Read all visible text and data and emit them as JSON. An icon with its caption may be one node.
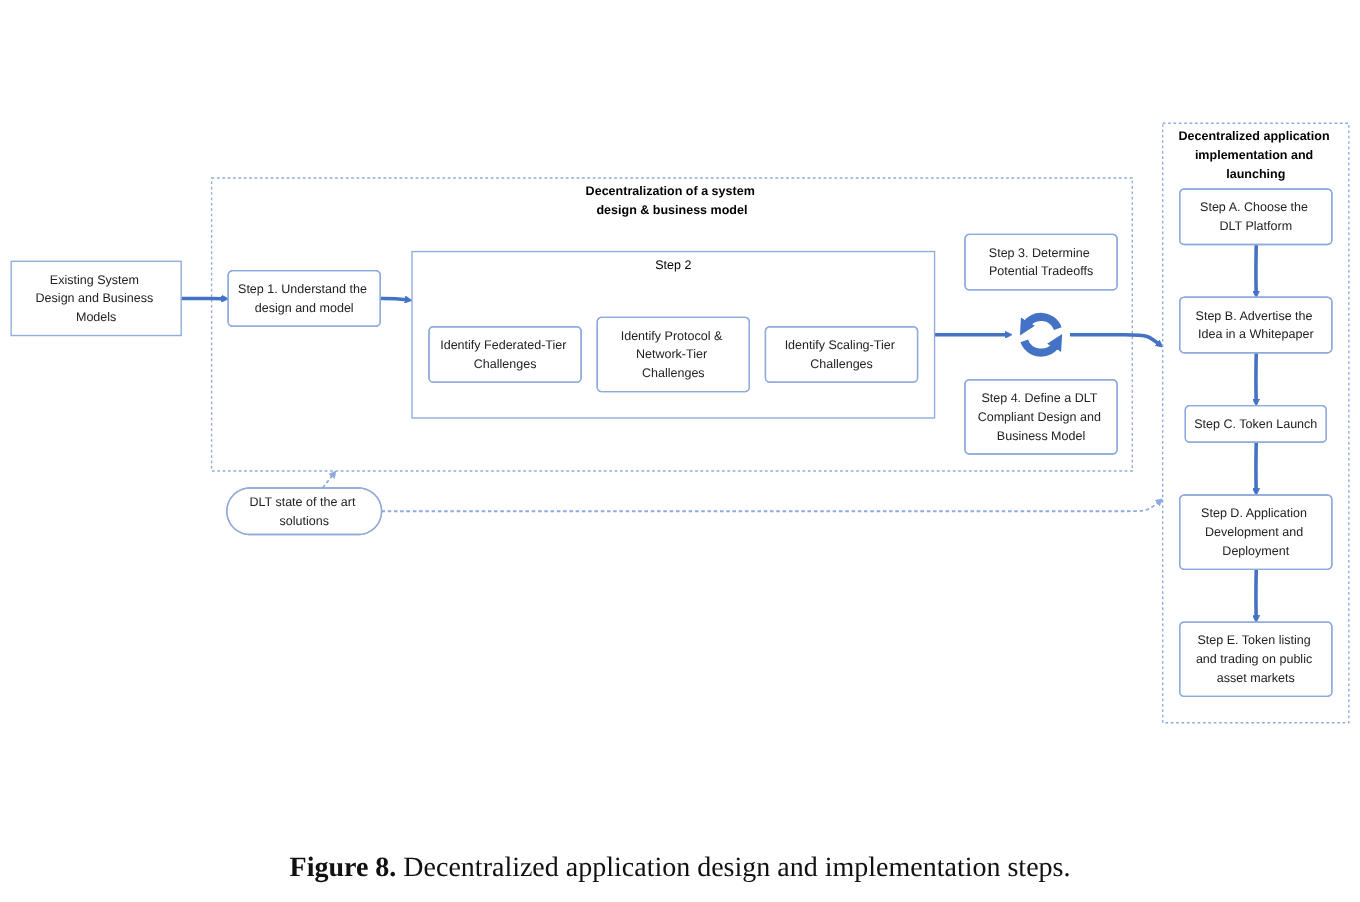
{
  "diagram": {
    "caption": "**Figure 8.** Decentralized application design and implementation steps.",
    "nodes": [
      {
        "text": [
          "Existing System Design and Business Models"
        ]
      },
      {
        "text": [
          "Decentralization of a system design & business model"
        ]
      },
      {
        "text": [
          "Step 1. Understand the design and model"
        ],
        "in": 1
      },
      {
        "text": [
          "Step 2"
        ],
        "in": 1
      },
      {
        "text": [
          "Identify Federated-Tier Challenges"
        ],
        "in": 3
      },
      {
        "text": [
          "Identify Protocol & Network-Tier Challenges"
        ],
        "in": 3
      },
      {
        "text": [
          "Identify Scaling-Tier Challenges"
        ],
        "in": 3
      },
      {
        "text": [
          "Step 3. Determine Potential Tradeoffs"
        ],
        "in": 1
      },
      {
        "text": [],
        "shape": "picture",
        "in": 1
      },
      {
        "text": [
          "Step 4. Define a DLT Compliant Design and Business Model"
        ],
        "in": 1
      },
      {
        "text": [
          "Decentralized application implementation and launching"
        ]
      },
      {
        "text": [
          "Step A. Choose the DLT Platform"
        ],
        "in": 10
      },
      {
        "text": [
          "Step B. Advertise the Idea in a Whitepaper"
        ],
        "in": 10
      },
      {
        "text": [
          "Step C. Token Launch"
        ],
        "in": 10
      },
      {
        "text": [
          "Step D. Application Development and Deployment"
        ],
        "in": 10
      },
      {
        "text": [
          "Step E. Token listing and trading on public asset markets"
        ],
        "in": 10
      },
      {
        "text": [
          "DLT state of the art solutions"
        ]
      }
    ],
    "edges": [
      {
        "from": 0,
        "to": 2,
        "arrow": "to"
      },
      {
        "from": 2,
        "to": 3,
        "arrow": "to"
      },
      {
        "from": 3,
        "to": 8,
        "arrow": "to"
      },
      {
        "from": 8,
        "to": 10,
        "arrow": "to"
      },
      {
        "from": 16,
        "to": 1,
        "arrow": "to",
        "style": "dashed",
        "color": "#8faadc"
      },
      {
        "from": 16,
        "to": 10,
        "arrow": "to",
        "style": "dashed",
        "color": "#8faadc"
      },
      {
        "from": 11,
        "to": 12,
        "arrow": "to"
      },
      {
        "from": 12,
        "to": 13,
        "arrow": "to"
      },
      {
        "from": 13,
        "to": 14,
        "arrow": "to"
      },
      {
        "from": 14,
        "to": 15,
        "arrow": "to"
      }
    ]
  }
}
